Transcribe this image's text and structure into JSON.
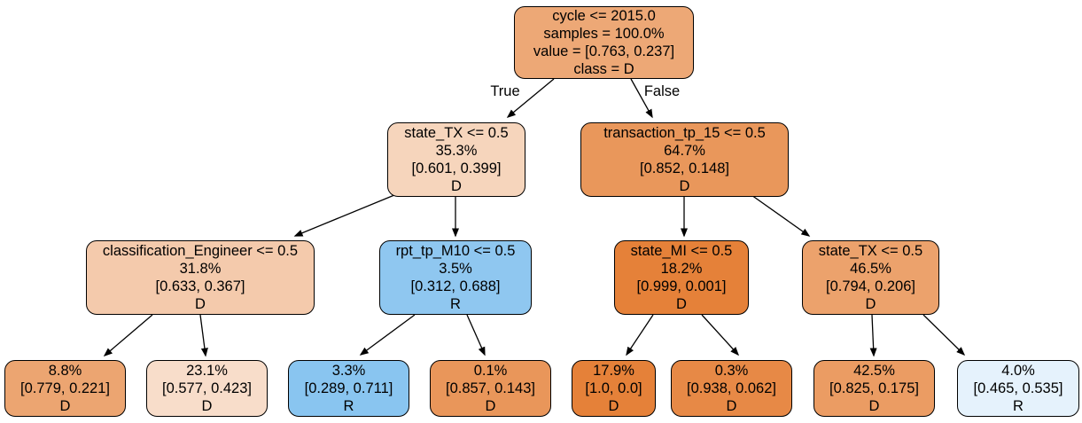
{
  "figure": {
    "type": "decision-tree",
    "background": "#ffffff",
    "classes": [
      "D",
      "R"
    ],
    "class_colors": {
      "D": "#e58139",
      "R": "#399de5"
    },
    "border_color": "#000000"
  },
  "edge_labels": {
    "true_label": "True",
    "false_label": "False"
  },
  "nodes": {
    "root": {
      "lines": [
        "cycle <= 2015.0",
        "samples = 100.0%",
        "value = [0.763, 0.237]",
        "class = D"
      ],
      "condition": "cycle <= 2015.0",
      "samples_pct": "100.0%",
      "value": [
        0.763,
        0.237
      ],
      "class": "D",
      "color": "#eda876"
    },
    "l2_left": {
      "lines": [
        "state_TX <= 0.5",
        "35.3%",
        "[0.601, 0.399]",
        "D"
      ],
      "condition": "state_TX <= 0.5",
      "samples_pct": "35.3%",
      "value": [
        0.601,
        0.399
      ],
      "class": "D",
      "color": "#f6d5bc"
    },
    "l2_right": {
      "lines": [
        "transaction_tp_15 <= 0.5",
        "64.7%",
        "[0.852, 0.148]",
        "D"
      ],
      "condition": "transaction_tp_15 <= 0.5",
      "samples_pct": "64.7%",
      "value": [
        0.852,
        0.148
      ],
      "class": "D",
      "color": "#e9975b"
    },
    "l3_classification_engineer": {
      "lines": [
        "classification_Engineer <= 0.5",
        "31.8%",
        "[0.633, 0.367]",
        "D"
      ],
      "condition": "classification_Engineer <= 0.5",
      "samples_pct": "31.8%",
      "value": [
        0.633,
        0.367
      ],
      "class": "D",
      "color": "#f4caac"
    },
    "l3_rpt_tp_m10": {
      "lines": [
        "rpt_tp_M10 <= 0.5",
        "3.5%",
        "[0.312, 0.688]",
        "R"
      ],
      "condition": "rpt_tp_M10 <= 0.5",
      "samples_pct": "3.5%",
      "value": [
        0.312,
        0.688
      ],
      "class": "R",
      "color": "#8fc7f0"
    },
    "l3_state_mi": {
      "lines": [
        "state_MI <= 0.5",
        "18.2%",
        "[0.999, 0.001]",
        "D"
      ],
      "condition": "state_MI <= 0.5",
      "samples_pct": "18.2%",
      "value": [
        0.999,
        0.001
      ],
      "class": "D",
      "color": "#e58139"
    },
    "l3_state_tx": {
      "lines": [
        "state_TX <= 0.5",
        "46.5%",
        "[0.794, 0.206]",
        "D"
      ],
      "condition": "state_TX <= 0.5",
      "samples_pct": "46.5%",
      "value": [
        0.794,
        0.206
      ],
      "class": "D",
      "color": "#eca26c"
    },
    "leaf_1": {
      "lines": [
        "8.8%",
        "[0.779, 0.221]",
        "D"
      ],
      "samples_pct": "8.8%",
      "value": [
        0.779,
        0.221
      ],
      "class": "D",
      "color": "#eca571"
    },
    "leaf_2": {
      "lines": [
        "23.1%",
        "[0.577, 0.423]",
        "D"
      ],
      "samples_pct": "23.1%",
      "value": [
        0.577,
        0.423
      ],
      "class": "D",
      "color": "#f8ddca"
    },
    "leaf_3": {
      "lines": [
        "3.3%",
        "[0.289, 0.711]",
        "R"
      ],
      "samples_pct": "3.3%",
      "value": [
        0.289,
        0.711
      ],
      "class": "R",
      "color": "#89c5f0"
    },
    "leaf_4": {
      "lines": [
        "0.1%",
        "[0.857, 0.143]",
        "D"
      ],
      "samples_pct": "0.1%",
      "value": [
        0.857,
        0.143
      ],
      "class": "D",
      "color": "#e9965a"
    },
    "leaf_5": {
      "lines": [
        "17.9%",
        "[1.0, 0.0]",
        "D"
      ],
      "samples_pct": "17.9%",
      "value": [
        1.0,
        0.0
      ],
      "class": "D",
      "color": "#e58139"
    },
    "leaf_6": {
      "lines": [
        "0.3%",
        "[0.938, 0.062]",
        "D"
      ],
      "samples_pct": "0.3%",
      "value": [
        0.938,
        0.062
      ],
      "class": "D",
      "color": "#e78946"
    },
    "leaf_7": {
      "lines": [
        "42.5%",
        "[0.825, 0.175]",
        "D"
      ],
      "samples_pct": "42.5%",
      "value": [
        0.825,
        0.175
      ],
      "class": "D",
      "color": "#eb9c63"
    },
    "leaf_8": {
      "lines": [
        "4.0%",
        "[0.465, 0.535]",
        "R"
      ],
      "samples_pct": "4.0%",
      "value": [
        0.465,
        0.535
      ],
      "class": "R",
      "color": "#e5f2fc"
    }
  }
}
